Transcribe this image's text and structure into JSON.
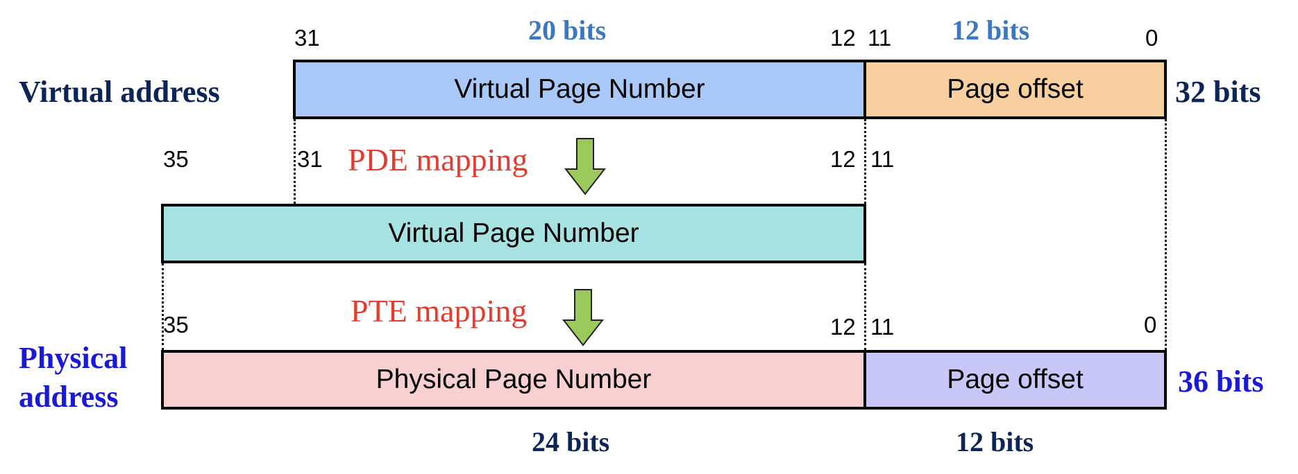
{
  "virtual": {
    "label": "Virtual address",
    "total_bits": "32 bits",
    "vpn_label": "Virtual Page Number",
    "offset_label": "Page offset",
    "vpn_bits": "20 bits",
    "offset_bits": "12 bits",
    "bit_31": "31",
    "bit_12": "12",
    "bit_11": "11",
    "bit_0": "0",
    "colors": {
      "vpn": "#a8c8f8",
      "offset": "#f8d0a0"
    }
  },
  "pde": {
    "mapping_label": "PDE mapping",
    "bit_35": "35",
    "bit_31": "31",
    "bit_12": "12",
    "bit_11": "11"
  },
  "intermediate": {
    "vpn_label": "Virtual Page Number",
    "color": "#a6e2e2"
  },
  "pte": {
    "mapping_label": "PTE mapping",
    "bit_35": "35",
    "bit_12": "12",
    "bit_11": "11",
    "bit_0": "0"
  },
  "physical": {
    "label_line1": "Physical",
    "label_line2": "address",
    "total_bits": "36 bits",
    "ppn_label": "Physical Page Number",
    "offset_label": "Page offset",
    "ppn_bits": "24 bits",
    "offset_bits": "12 bits",
    "colors": {
      "ppn": "#f8d0d0",
      "offset": "#c8c8f8"
    }
  },
  "colors": {
    "dark_navy": "#0d2457",
    "steel_blue": "#3b78c0",
    "bright_blue": "#1a1ad6",
    "mapping_red": "#e33b2e",
    "arrow_green": "#9bc95a"
  }
}
